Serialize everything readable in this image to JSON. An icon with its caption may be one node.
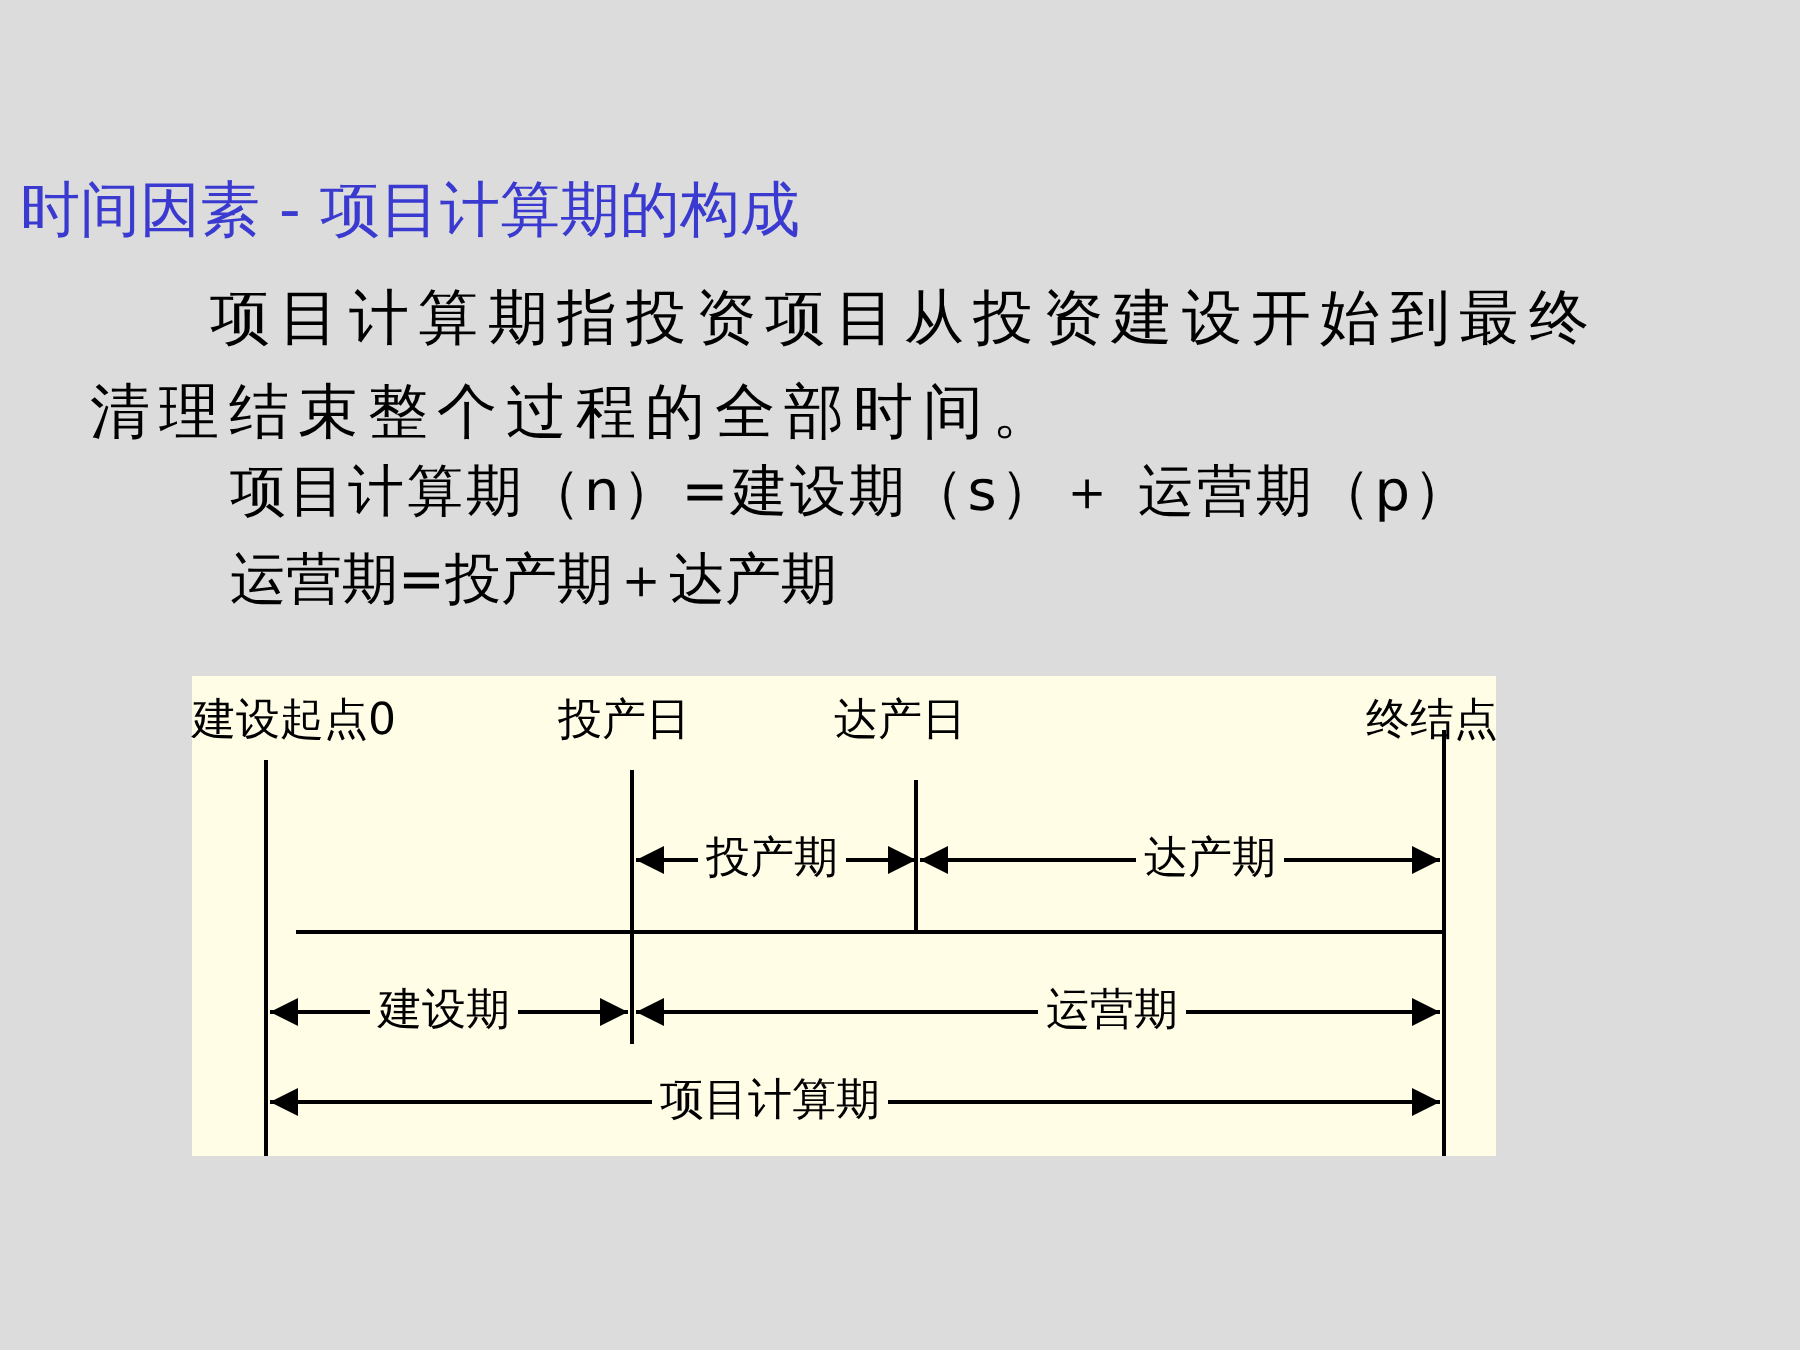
{
  "diagram": {
    "title": "时间因素 - 项目计算期的构成",
    "labels": [
      "项目计算期指投资项目从投资建设开始到最终清理结束整个过程的全部时间。",
      "项目计算期（n）=建设期（s）＋ 运营期（p）",
      "运营期=投产期＋达产期",
      "建设起点0",
      "投产日",
      "达产日",
      "终结点",
      "投产期",
      "达产期",
      "建设期",
      "运营期",
      "项目计算期"
    ]
  }
}
